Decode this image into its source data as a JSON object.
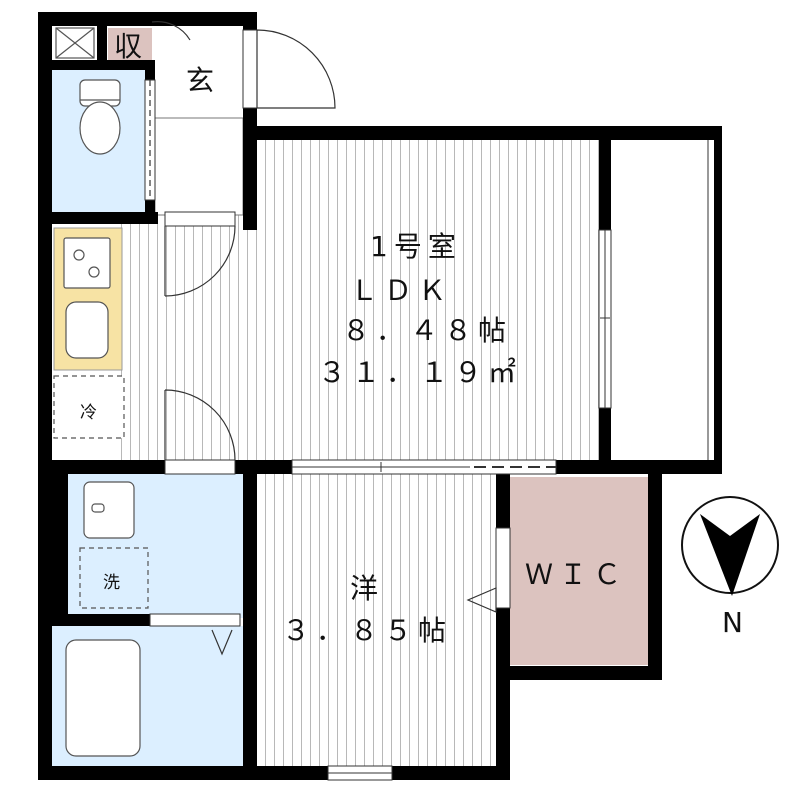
{
  "rooms": {
    "ldk": {
      "name": "1号室",
      "type": "ＬＤＫ",
      "size": "８．４８帖",
      "area": "３１．１９㎡"
    },
    "western": {
      "name": "洋",
      "size": "３．８５帖"
    },
    "wic": {
      "name": "ＷＩＣ"
    },
    "entrance": {
      "name": "玄"
    },
    "storage": {
      "name": "収"
    },
    "fridge": {
      "name": "冷"
    },
    "laundry": {
      "name": "洗"
    }
  },
  "compass": {
    "label": "N"
  },
  "colors": {
    "wall": "#000000",
    "wet_area": "#dcefff",
    "kitchen": "#f7e3a4",
    "wic": "#dcc3bf",
    "storage": "#dcc3bf",
    "hatch": "#b5b5b5"
  }
}
